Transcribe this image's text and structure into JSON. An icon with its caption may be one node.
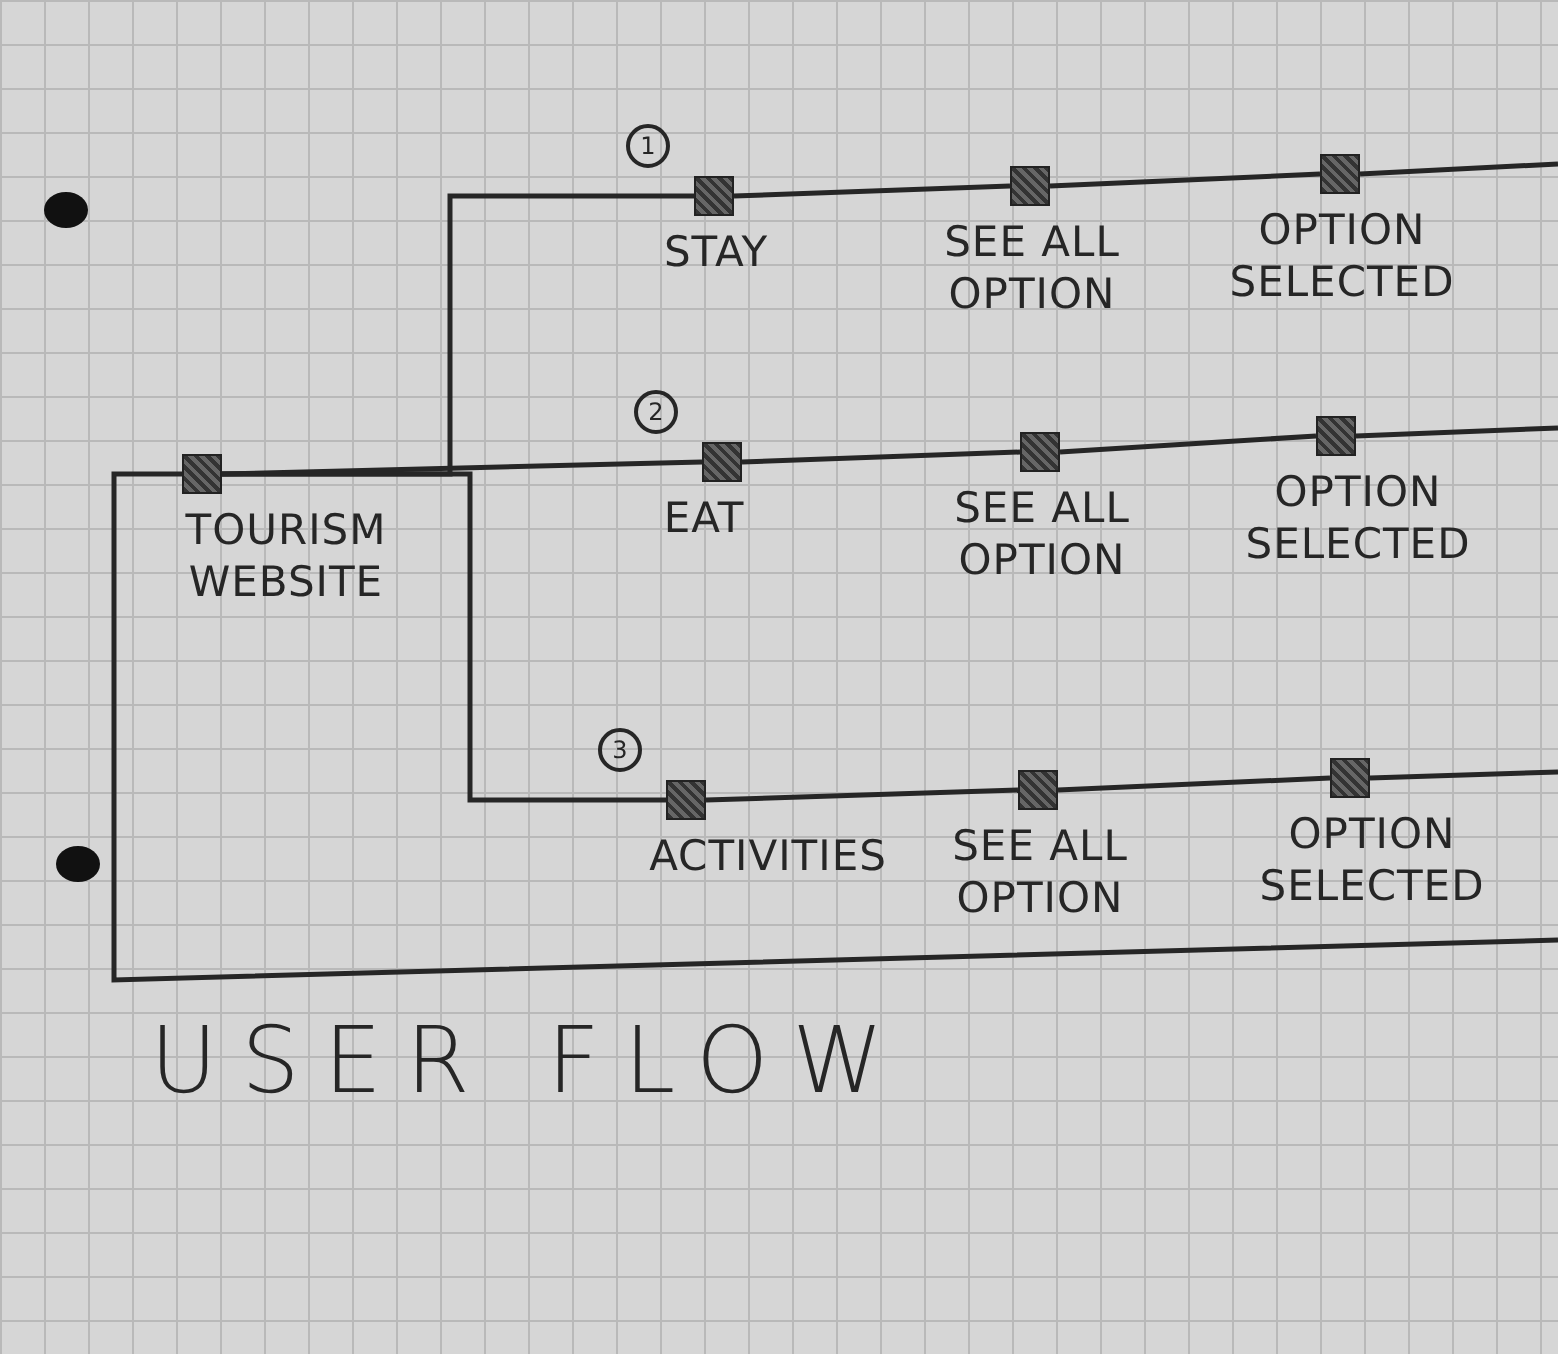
{
  "diagram": {
    "title": "USER FLOW",
    "nodes": [
      {
        "text": [
          "TOURISM WEBSITE"
        ]
      },
      {
        "text": [
          "STAY"
        ],
        "beside": [
          "1"
        ]
      },
      {
        "text": [
          "SEE ALL OPTION"
        ]
      },
      {
        "text": [
          "OPTION SELECTED"
        ]
      },
      {
        "text": [
          "EAT"
        ],
        "beside": [
          "2"
        ]
      },
      {
        "text": [
          "SEE ALL OPTION"
        ]
      },
      {
        "text": [
          "OPTION SELECTED"
        ]
      },
      {
        "text": [
          "ACTIVITIES"
        ],
        "beside": [
          "3"
        ]
      },
      {
        "text": [
          "SEE ALL OPTION"
        ]
      },
      {
        "text": [
          "OPTION SELECTED"
        ]
      }
    ],
    "edges": [
      {
        "from": 0,
        "to": 1,
        "arrow": "none"
      },
      {
        "from": 1,
        "to": 2,
        "arrow": "none"
      },
      {
        "from": 2,
        "to": 3,
        "arrow": "none"
      },
      {
        "from": 3,
        "to": null,
        "arrow": "none"
      },
      {
        "from": 0,
        "to": 4,
        "arrow": "none"
      },
      {
        "from": 4,
        "to": 5,
        "arrow": "none"
      },
      {
        "from": 5,
        "to": 6,
        "arrow": "none"
      },
      {
        "from": 6,
        "to": null,
        "arrow": "none"
      },
      {
        "from": 0,
        "to": 7,
        "arrow": "none"
      },
      {
        "from": 7,
        "to": 8,
        "arrow": "none"
      },
      {
        "from": 8,
        "to": 9,
        "arrow": "none"
      },
      {
        "from": 9,
        "to": null,
        "arrow": "none"
      },
      {
        "from": 0,
        "to": null,
        "arrow": "none"
      }
    ]
  }
}
